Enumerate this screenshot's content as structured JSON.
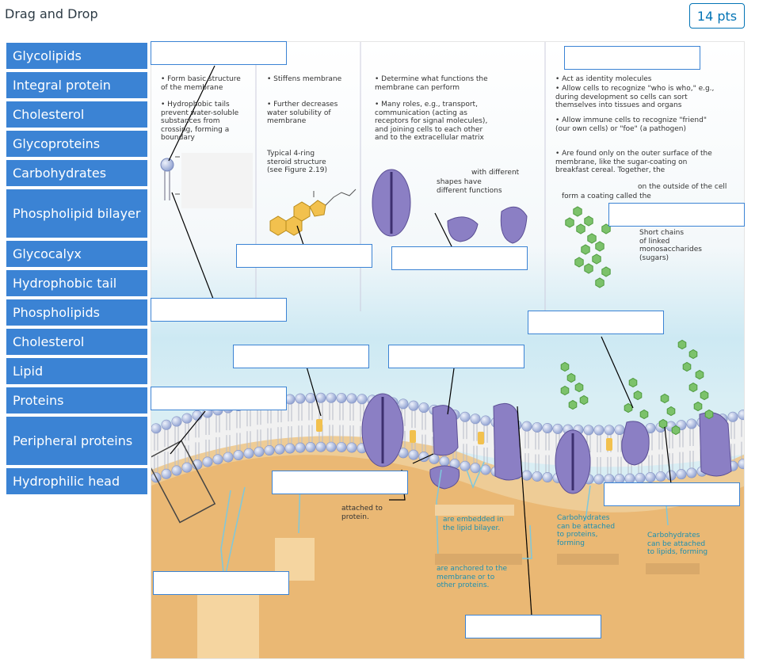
{
  "header": {
    "title": "Drag and Drop",
    "points": "14 pts"
  },
  "bank": {
    "items": [
      "Glycolipids",
      "Integral protein",
      "Cholesterol",
      "Glycoproteins",
      "Carbohydrates",
      "Phospholipid bilayer",
      "Glycocalyx",
      "Hydrophobic tail",
      "Phospholipids",
      "Cholesterol",
      "Lipid",
      "Proteins",
      "Peripheral proteins",
      "Hydrophilic head"
    ]
  },
  "figure": {
    "col1": {
      "b1": "• Form basic structure\n   of the membrane",
      "b2": "• Hydrophobic tails\n   prevent water-soluble\n   substances from\n   crossing, forming a\n   boundary"
    },
    "col2": {
      "b1": "• Stiffens membrane",
      "b2": "• Further decreases\n   water solubility of\n   membrane",
      "b3": "Typical 4-ring\nsteroid structure\n(see Figure 2.19)"
    },
    "col3": {
      "b1": "• Determine what functions the\n   membrane can perform",
      "b2": "• Many roles, e.g., transport,\n   communication (acting as\n   receptors for signal molecules),\n   and joining cells to each other\n   and to the extracellular matrix",
      "b3": "with different",
      "b4": "shapes have\ndifferent functions"
    },
    "col4": {
      "b1": "• Act as identity molecules",
      "b2": "• Allow cells to recognize \"who is who,\" e.g.,\n   during development so cells can sort\n   themselves into tissues and organs",
      "b3": "• Allow immune cells to recognize \"friend\"\n   (our own cells) or \"foe\" (a pathogen)",
      "b4": "• Are found only on the outer surface of the\n   membrane, like the sugar-coating on\n   breakfast cereal. Together, the",
      "b5": "on the outside of the cell",
      "b6": "form a coating called the",
      "b7": "Short chains\nof linked\nmonosaccharides\n(sugars)"
    },
    "lower": {
      "attached": "attached to\nprotein.",
      "embedded": "are embedded in\nthe lipid bilayer.",
      "anchored": "are anchored to the\nmembrane or to\nother proteins.",
      "carbo_protein": "Carbohydrates\ncan be attached\nto proteins,\nforming",
      "carbo_lipid": "Carbohydrates\ncan be attached\nto lipids, forming"
    }
  },
  "colors": {
    "chip": "#3b83d4",
    "protein": "#8b7fc4",
    "lipid_head": "#a9b8e0",
    "cholesterol": "#f2c14e",
    "sugar": "#7cc26b",
    "cytoplasm": "#f0c88c",
    "extracellular": "#d6eef6"
  }
}
